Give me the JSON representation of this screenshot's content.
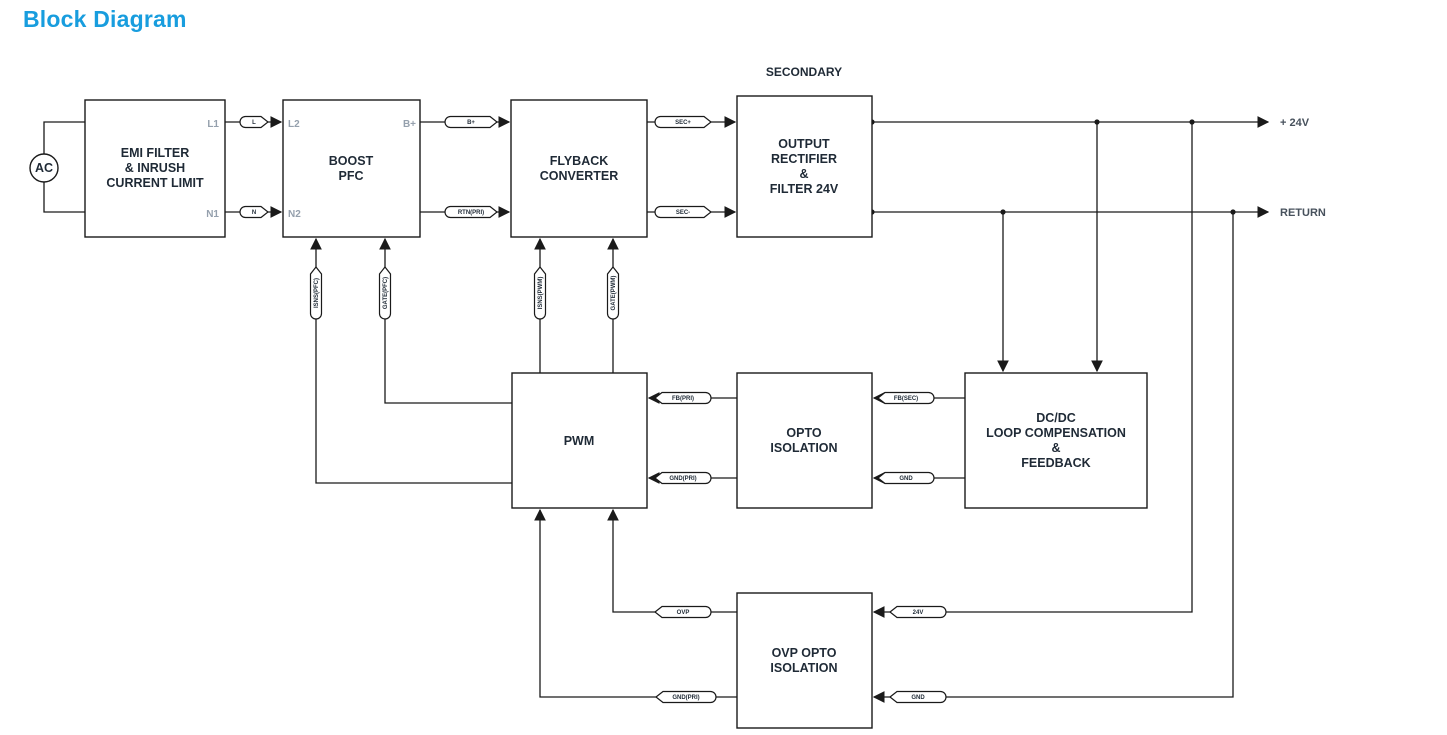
{
  "title": "Block Diagram",
  "diagram": {
    "secondary_label": "SECONDARY",
    "source": {
      "label": "AC"
    },
    "outputs": {
      "v24": "+ 24V",
      "return": "RETURN"
    },
    "blocks": {
      "emi": {
        "line1": "EMI FILTER",
        "line2": "& INRUSH",
        "line3": "CURRENT LIMIT"
      },
      "boost": {
        "line1": "BOOST",
        "line2": "PFC"
      },
      "flyback": {
        "line1": "FLYBACK",
        "line2": "CONVERTER"
      },
      "outrect": {
        "line1": "OUTPUT",
        "line2": "RECTIFIER",
        "line3": "&",
        "line4": "FILTER 24V"
      },
      "pwm": {
        "line1": "PWM"
      },
      "opto": {
        "line1": "OPTO",
        "line2": "ISOLATION"
      },
      "dcdc": {
        "line1": "DC/DC",
        "line2": "LOOP COMPENSATION",
        "line3": "&",
        "line4": "FEEDBACK"
      },
      "ovp": {
        "line1": "OVP OPTO",
        "line2": "ISOLATION"
      }
    },
    "ports": {
      "l1": "L1",
      "l2": "L2",
      "n1": "N1",
      "n2": "N2",
      "bplus": "B+"
    },
    "nets": {
      "l": "L",
      "n": "N",
      "bplus": "B+",
      "rtn_pri": "RTN(PRI)",
      "sec_plus": "SEC+",
      "sec_minus": "SEC-",
      "isns_pfc": "ISNS(PFC)",
      "gate_pfc": "GATE(PFC)",
      "isns_pwm": "ISNS(PWM)",
      "gate_pwm": "GATE(PWM)",
      "fb_pri": "FB(PRI)",
      "gnd_pri": "GND(PRI)",
      "fb_sec": "FB(SEC)",
      "gnd_sec": "GND",
      "ovp": "OVP",
      "ovp_gnd_pri": "GND(PRI)",
      "ovp_24v": "24V",
      "ovp_gnd": "GND"
    },
    "colors": {
      "accent": "#189dde",
      "ink": "#1a1a1a",
      "block_text": "#1f2a36",
      "port_text": "#95a0ad"
    }
  }
}
